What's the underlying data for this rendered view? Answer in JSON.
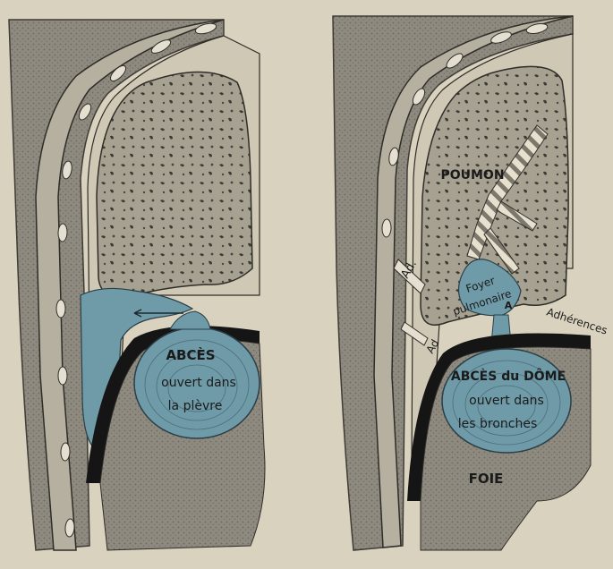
{
  "figure_left": {
    "abscess_title": "ABCÈS",
    "abscess_line2": "ouvert dans",
    "abscess_line3": "la plèvre"
  },
  "figure_right": {
    "lung_label": "POUMON",
    "adhesion_label_upper": "Ad.",
    "adhesion_label_lower": "Ad",
    "focus_line1": "Foyer",
    "focus_line2": "pulmonaire",
    "focus_marker": "A",
    "adhesions_label": "Adhérences",
    "abscess_title": "ABCÈS du DÔME",
    "abscess_line2": "ouvert dans",
    "abscess_line3": "les bronches",
    "liver_label": "FOIE"
  },
  "colors": {
    "paper": "#d9d2bf",
    "tissue": "#8e8a80",
    "wall": "#6f6c64",
    "pleura": "#c9c2ad",
    "lung": "#a39d8e",
    "abscess_blue": "#6f9aa8",
    "diaphragm": "#151515"
  }
}
